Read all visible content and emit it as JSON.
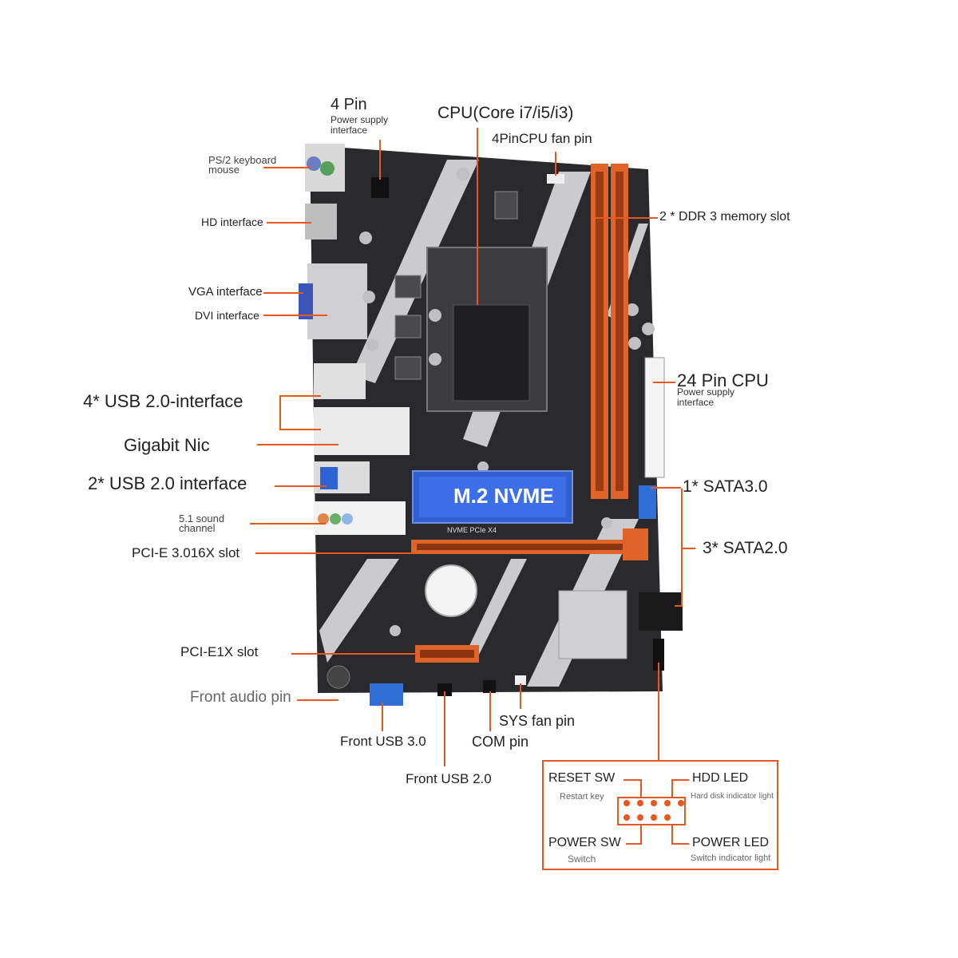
{
  "labels": {
    "four_pin": "4 Pin",
    "four_pin_sub1": "Power supply",
    "four_pin_sub2": "interface",
    "cpu": "CPU(Core i7/i5/i3)",
    "cpu_fan": "4PinCPU fan pin",
    "ps2": "PS/2 keyboard",
    "ps2_sub": "mouse",
    "hd": "HD interface",
    "ddr": "2 * DDR 3 memory slot",
    "vga": "VGA interface",
    "dvi": "DVI interface",
    "usb4": "4* USB 2.0-interface",
    "gigabit": "Gigabit Nic",
    "usb2": "2* USB 2.0 interface",
    "sound": "5.1 sound",
    "sound_sub": "channel",
    "pcie16": "PCI-E 3.016X slot",
    "pcie1": "PCI-E1X slot",
    "front_audio": "Front audio pin",
    "cpu24": "24 Pin CPU",
    "cpu24_sub1": "Power supply",
    "cpu24_sub2": "interface",
    "sata3": "1* SATA3.0",
    "sata2": "3* SATA2.0",
    "front_usb3": "Front USB 3.0",
    "front_usb2": "Front USB 2.0",
    "sys_fan": "SYS fan pin",
    "com": "COM pin"
  },
  "board": {
    "m2_label": "M.2 NVME",
    "m2_sub": "NVME PCIe X4"
  },
  "panel": {
    "reset": "RESET SW",
    "reset_sub": "Restart key",
    "hdd": "HDD  LED",
    "hdd_sub": "Hard disk indicator light",
    "power_sw": "POWER SW",
    "power_sw_sub": "Switch",
    "power_led": "POWER LED",
    "power_led_sub": "Switch indicator light"
  },
  "colors": {
    "accent": "#e8581c",
    "board": "#2a2a2e",
    "slot_orange": "#e0642a",
    "m2_blue": "#2f5fd0"
  }
}
